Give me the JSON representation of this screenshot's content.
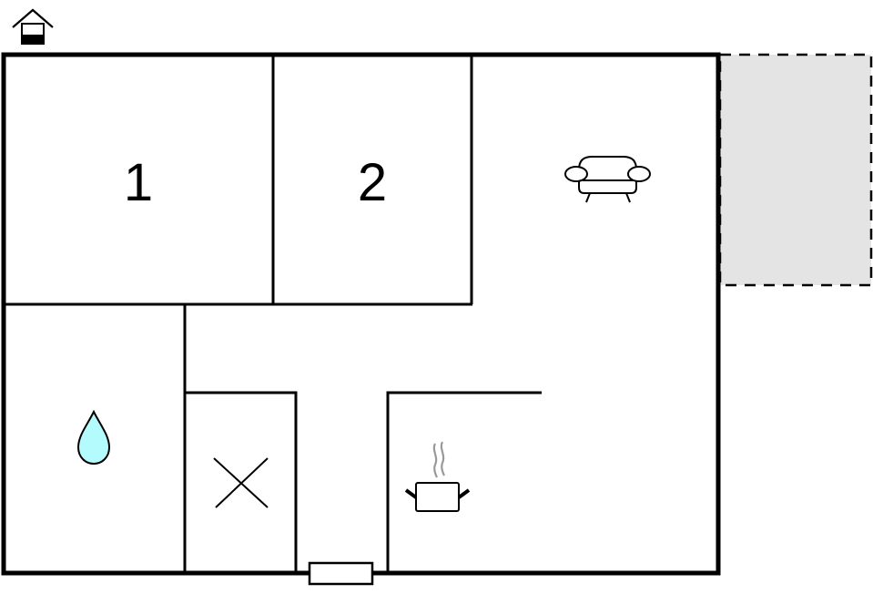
{
  "floor_plan": {
    "orientation_icon": "house-entrance-icon",
    "colors": {
      "wall": "#000000",
      "background": "#ffffff",
      "terrace_fill": "#e4e4e4",
      "water_drop_fill": "#b3fbfd",
      "steam": "#999999"
    },
    "rooms": [
      {
        "id": "bedroom-1",
        "label": "1",
        "type": "bedroom"
      },
      {
        "id": "bedroom-2",
        "label": "2",
        "type": "bedroom"
      },
      {
        "id": "living-room",
        "label": "",
        "type": "living",
        "icon": "sofa-icon"
      },
      {
        "id": "bathroom",
        "label": "",
        "type": "bathroom",
        "icon": "water-drop-icon"
      },
      {
        "id": "toilet",
        "label": "",
        "type": "wc",
        "icon": "cross-icon"
      },
      {
        "id": "kitchen",
        "label": "",
        "type": "kitchen",
        "icon": "cooking-pot-icon"
      },
      {
        "id": "terrace",
        "label": "",
        "type": "terrace"
      }
    ],
    "entrance": {
      "icon": "door-icon"
    }
  }
}
